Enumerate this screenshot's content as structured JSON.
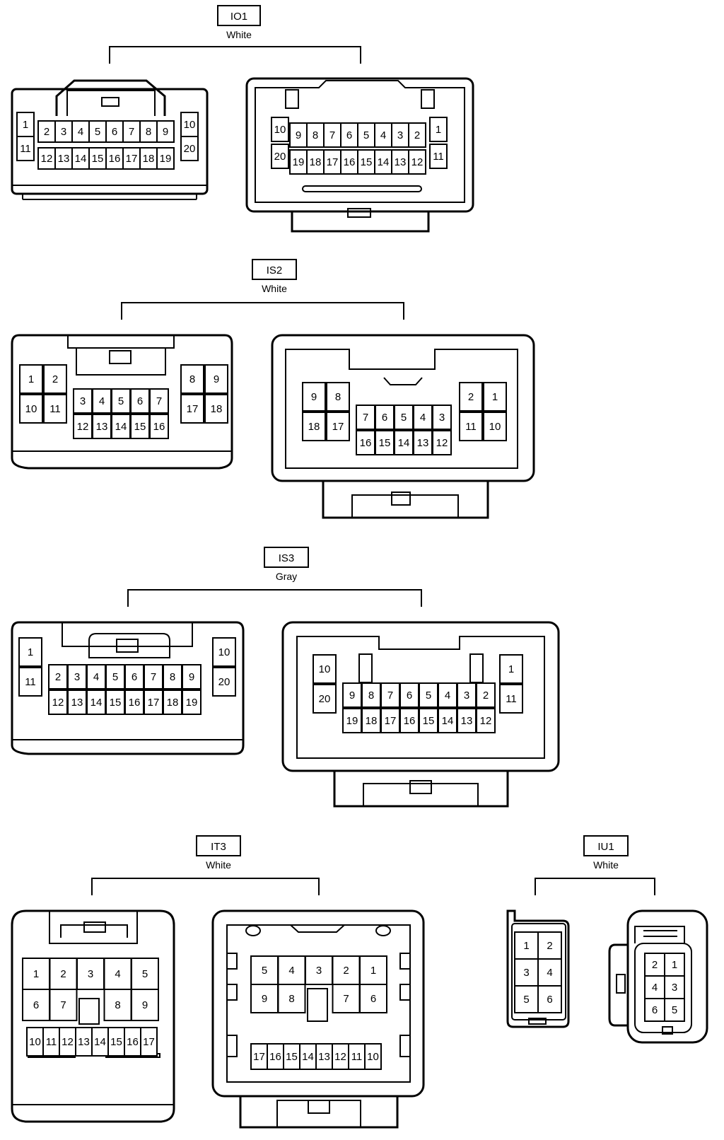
{
  "connectors": [
    {
      "id": "io1",
      "code": "IO1",
      "color": "White",
      "views": [
        {
          "rows": [
            [
              "1",
              "2",
              "3",
              "4",
              "5",
              "6",
              "7",
              "8",
              "9",
              "10"
            ],
            [
              "11",
              "12",
              "13",
              "14",
              "15",
              "16",
              "17",
              "18",
              "19",
              "20"
            ]
          ]
        },
        {
          "rows": [
            [
              "10",
              "9",
              "8",
              "7",
              "6",
              "5",
              "4",
              "3",
              "2",
              "1"
            ],
            [
              "20",
              "19",
              "18",
              "17",
              "16",
              "15",
              "14",
              "13",
              "12",
              "11"
            ]
          ]
        }
      ]
    },
    {
      "id": "is2",
      "code": "IS2",
      "color": "White",
      "views": [
        {
          "rows": [
            [
              "1",
              "2",
              "3",
              "4",
              "5",
              "6",
              "7",
              "8",
              "9"
            ],
            [
              "10",
              "11",
              "12",
              "13",
              "14",
              "15",
              "16",
              "17",
              "18"
            ]
          ]
        },
        {
          "rows": [
            [
              "9",
              "8",
              "7",
              "6",
              "5",
              "4",
              "3",
              "2",
              "1"
            ],
            [
              "18",
              "17",
              "16",
              "15",
              "14",
              "13",
              "12",
              "11",
              "10"
            ]
          ]
        }
      ]
    },
    {
      "id": "is3",
      "code": "IS3",
      "color": "Gray",
      "views": [
        {
          "rows": [
            [
              "1",
              "2",
              "3",
              "4",
              "5",
              "6",
              "7",
              "8",
              "9",
              "10"
            ],
            [
              "11",
              "12",
              "13",
              "14",
              "15",
              "16",
              "17",
              "18",
              "19",
              "20"
            ]
          ]
        },
        {
          "rows": [
            [
              "10",
              "9",
              "8",
              "7",
              "6",
              "5",
              "4",
              "3",
              "2",
              "1"
            ],
            [
              "20",
              "19",
              "18",
              "17",
              "16",
              "15",
              "14",
              "13",
              "12",
              "11"
            ]
          ]
        }
      ]
    },
    {
      "id": "it3",
      "code": "IT3",
      "color": "White",
      "views": [
        {
          "rows": [
            [
              "1",
              "2",
              "3",
              "4",
              "5"
            ],
            [
              "6",
              "7",
              "8",
              "9"
            ],
            [
              "10",
              "11",
              "12",
              "13",
              "14",
              "15",
              "16",
              "17"
            ]
          ]
        },
        {
          "rows": [
            [
              "5",
              "4",
              "3",
              "2",
              "1"
            ],
            [
              "9",
              "8",
              "7",
              "6"
            ],
            [
              "17",
              "16",
              "15",
              "14",
              "13",
              "12",
              "11",
              "10"
            ]
          ]
        }
      ]
    },
    {
      "id": "iu1",
      "code": "IU1",
      "color": "White",
      "views": [
        {
          "rows": [
            [
              "1",
              "2"
            ],
            [
              "3",
              "4"
            ],
            [
              "5",
              "6"
            ]
          ]
        },
        {
          "rows": [
            [
              "2",
              "1"
            ],
            [
              "4",
              "3"
            ],
            [
              "6",
              "5"
            ]
          ]
        }
      ]
    }
  ]
}
